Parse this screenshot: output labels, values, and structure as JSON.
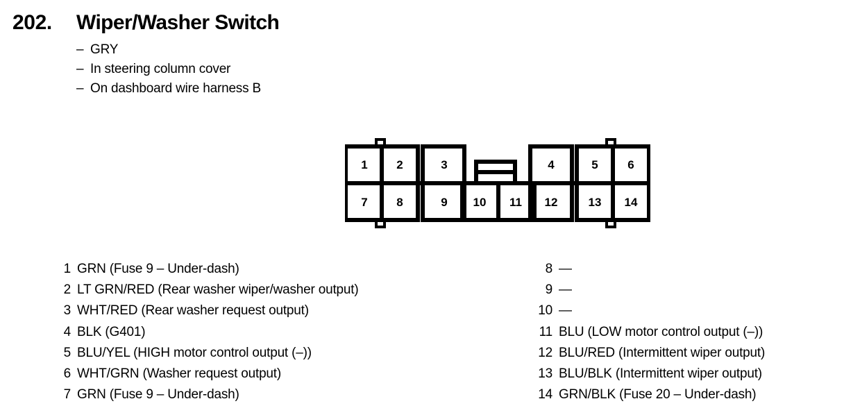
{
  "header": {
    "section_number": "202.",
    "title": "Wiper/Washer Switch",
    "dash": "–",
    "attributes": [
      "GRY",
      "In steering column cover",
      "On dashboard wire harness B"
    ]
  },
  "connector": {
    "name": "14-pin connector face view",
    "total_pins": 14,
    "top_row_pins": [
      "1",
      "2",
      "3",
      "4",
      "5",
      "6"
    ],
    "bottom_row_pins": [
      "7",
      "8",
      "9",
      "10",
      "11",
      "12",
      "13",
      "14"
    ],
    "latch_label": "center-latch",
    "tabs": [
      "top-left-tab",
      "bottom-left-tab",
      "top-right-tab",
      "bottom-right-tab"
    ],
    "line_color": "#000000",
    "fill_color": "#ffffff"
  },
  "pins": {
    "left_column": [
      {
        "number": "1",
        "description": "GRN (Fuse 9 – Under-dash)"
      },
      {
        "number": "2",
        "description": "LT GRN/RED (Rear washer wiper/washer output)"
      },
      {
        "number": "3",
        "description": "WHT/RED (Rear washer request output)"
      },
      {
        "number": "4",
        "description": "BLK (G401)"
      },
      {
        "number": "5",
        "description": "BLU/YEL (HIGH motor control output (–))"
      },
      {
        "number": "6",
        "description": "WHT/GRN (Washer request output)"
      },
      {
        "number": "7",
        "description": "GRN (Fuse 9 – Under-dash)"
      }
    ],
    "right_column": [
      {
        "number": "8",
        "description": "—"
      },
      {
        "number": "9",
        "description": "—"
      },
      {
        "number": "10",
        "description": "—"
      },
      {
        "number": "11",
        "description": "BLU (LOW motor control output (–))"
      },
      {
        "number": "12",
        "description": "BLU/RED (Intermittent wiper output)"
      },
      {
        "number": "13",
        "description": "BLU/BLK (Intermittent wiper output)"
      },
      {
        "number": "14",
        "description": "GRN/BLK (Fuse 20 – Under-dash)"
      }
    ]
  }
}
